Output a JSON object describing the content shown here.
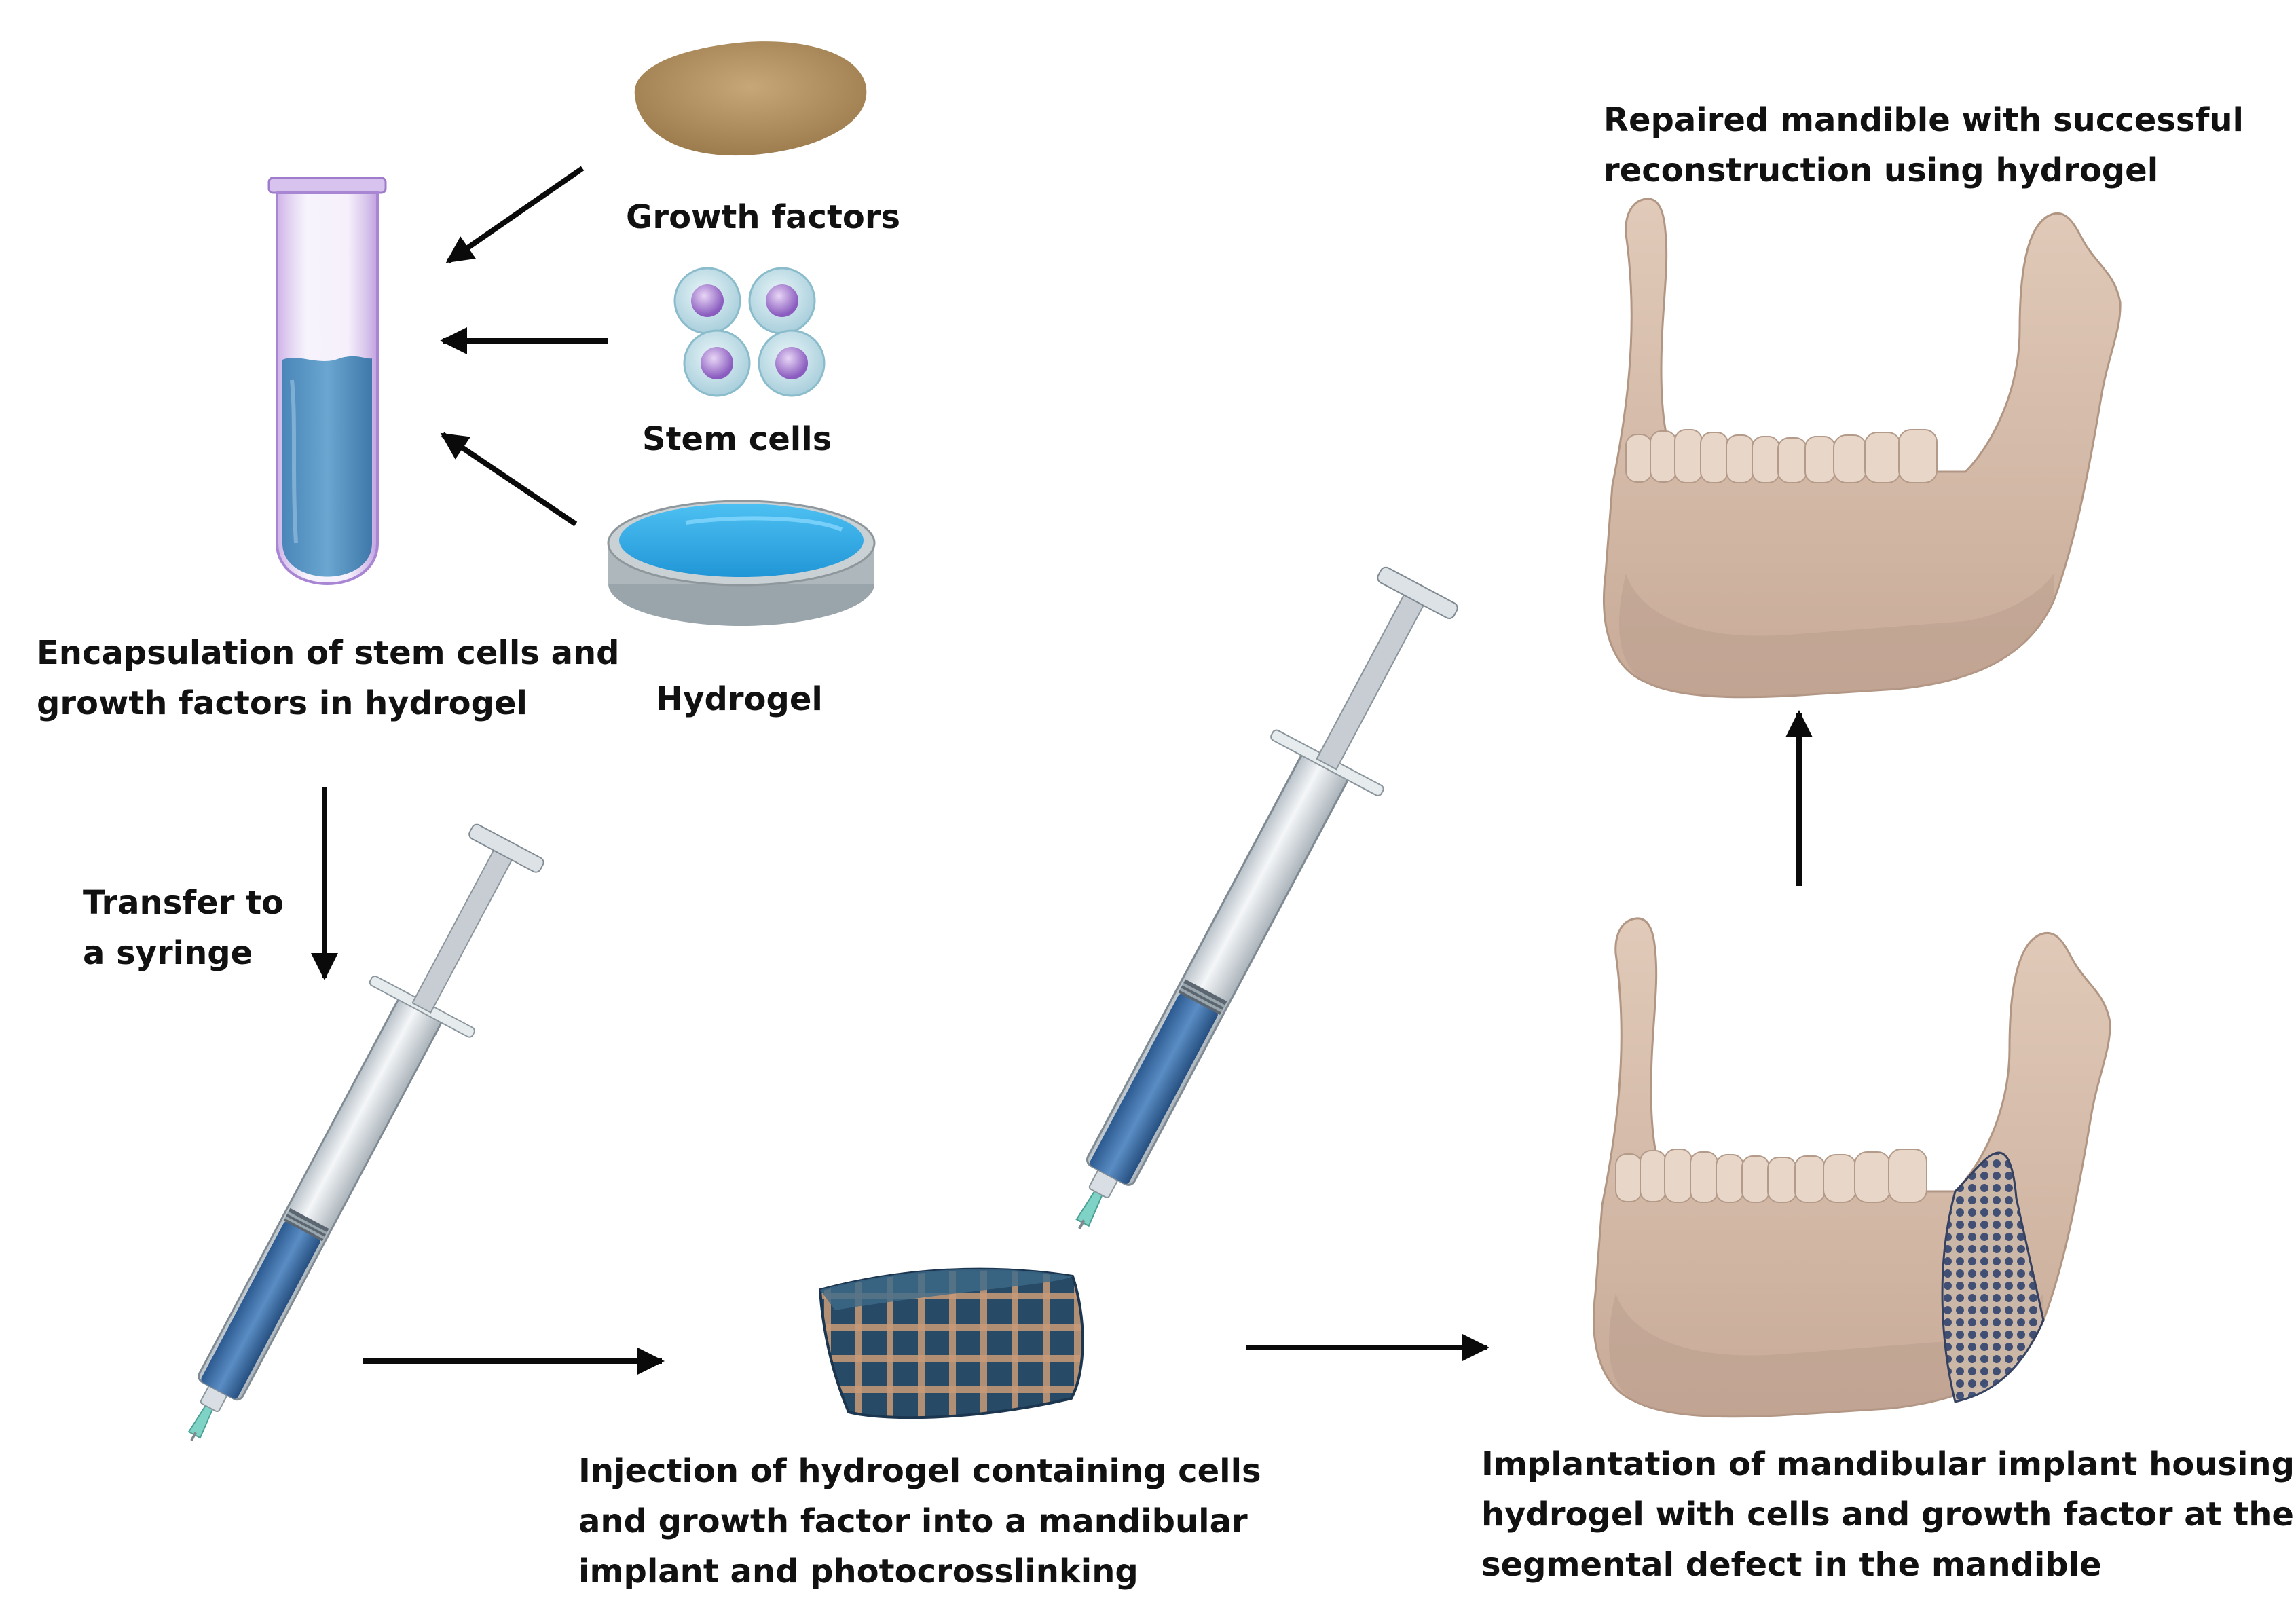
{
  "labels": {
    "growth_factors": "Growth factors",
    "stem_cells": "Stem cells",
    "hydrogel": "Hydrogel",
    "encapsulation": [
      "Encapsulation of stem cells and",
      "growth factors in hydrogel"
    ],
    "transfer": [
      "Transfer to",
      "a syringe"
    ],
    "injection": [
      "Injection of hydrogel containing cells",
      "and growth factor into a mandibular",
      "implant and photocrosslinking"
    ],
    "implantation": [
      "Implantation of mandibular implant housing",
      "hydrogel with cells and growth factor at the",
      "segmental defect in the mandible"
    ],
    "repaired": [
      "Repaired mandible with successful",
      "reconstruction using hydrogel"
    ]
  },
  "colors": {
    "text": "#111111",
    "arrow": "#0a0a0a",
    "powder": "#b39364",
    "hydrogel_blue": "#3fb0e8",
    "gel_in_tube": "#5a97c4",
    "cell_body": "#cfe6ee",
    "cell_nucleus": "#a57ad0",
    "bone": "#d9bfae",
    "bone_shadow": "#b79c8b",
    "tooth": "#e6d3c4",
    "mesh": "#3a4a72",
    "syringe_barrel": "#d6dde3",
    "syringe_fluid": "#3c6fa8",
    "needle_tip": "#7fd3c6",
    "scaffold": "#274a66"
  },
  "icons": [
    "growth-factor-powder-icon",
    "stem-cells-icon",
    "hydrogel-dish-icon",
    "test-tube-icon",
    "syringe-icon",
    "scaffold-icon",
    "mandible-icon"
  ]
}
